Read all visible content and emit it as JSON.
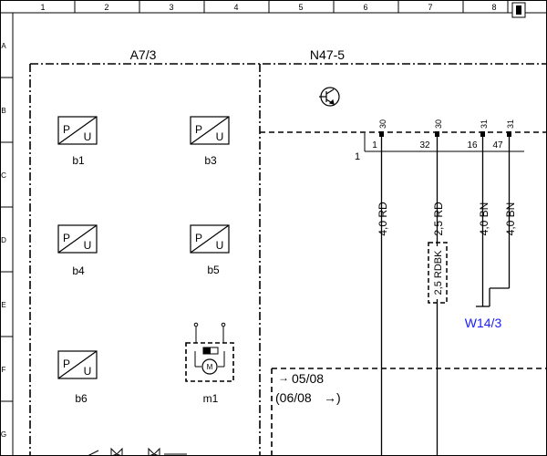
{
  "grid": {
    "columns": [
      "1",
      "2",
      "3",
      "4",
      "5",
      "6",
      "7",
      "8"
    ],
    "rows": [
      "A",
      "B",
      "C",
      "D",
      "E",
      "F",
      "G"
    ]
  },
  "modules": {
    "left": {
      "label": "A7/3"
    },
    "right": {
      "label": "N47-5"
    }
  },
  "sensors": [
    {
      "id": "b1",
      "p": "P",
      "u": "U"
    },
    {
      "id": "b3",
      "p": "P",
      "u": "U"
    },
    {
      "id": "b4",
      "p": "P",
      "u": "U"
    },
    {
      "id": "b5",
      "p": "P",
      "u": "U"
    },
    {
      "id": "b6",
      "p": "P",
      "u": "U"
    }
  ],
  "motor": {
    "id": "m1",
    "symbol": "M"
  },
  "connector": {
    "number": "1",
    "pins": [
      {
        "pin": "1",
        "terminal": "30",
        "wire": "4,0 RD"
      },
      {
        "pin": "32",
        "terminal": "30",
        "wire": "2,5 RD"
      },
      {
        "pin": "16",
        "terminal": "31",
        "wire": "4,0 BN"
      },
      {
        "pin": "47",
        "terminal": "31",
        "wire": "4,0 BN"
      }
    ]
  },
  "variant_wire": "2,5 RDBK",
  "ground": {
    "label": "W14/3"
  },
  "validity": {
    "until": "05/08",
    "from": "(06/08",
    "from_arrow": "→)",
    "until_arrow": "→"
  },
  "colors": {
    "line": "#000000",
    "link": "#1a1aff"
  }
}
